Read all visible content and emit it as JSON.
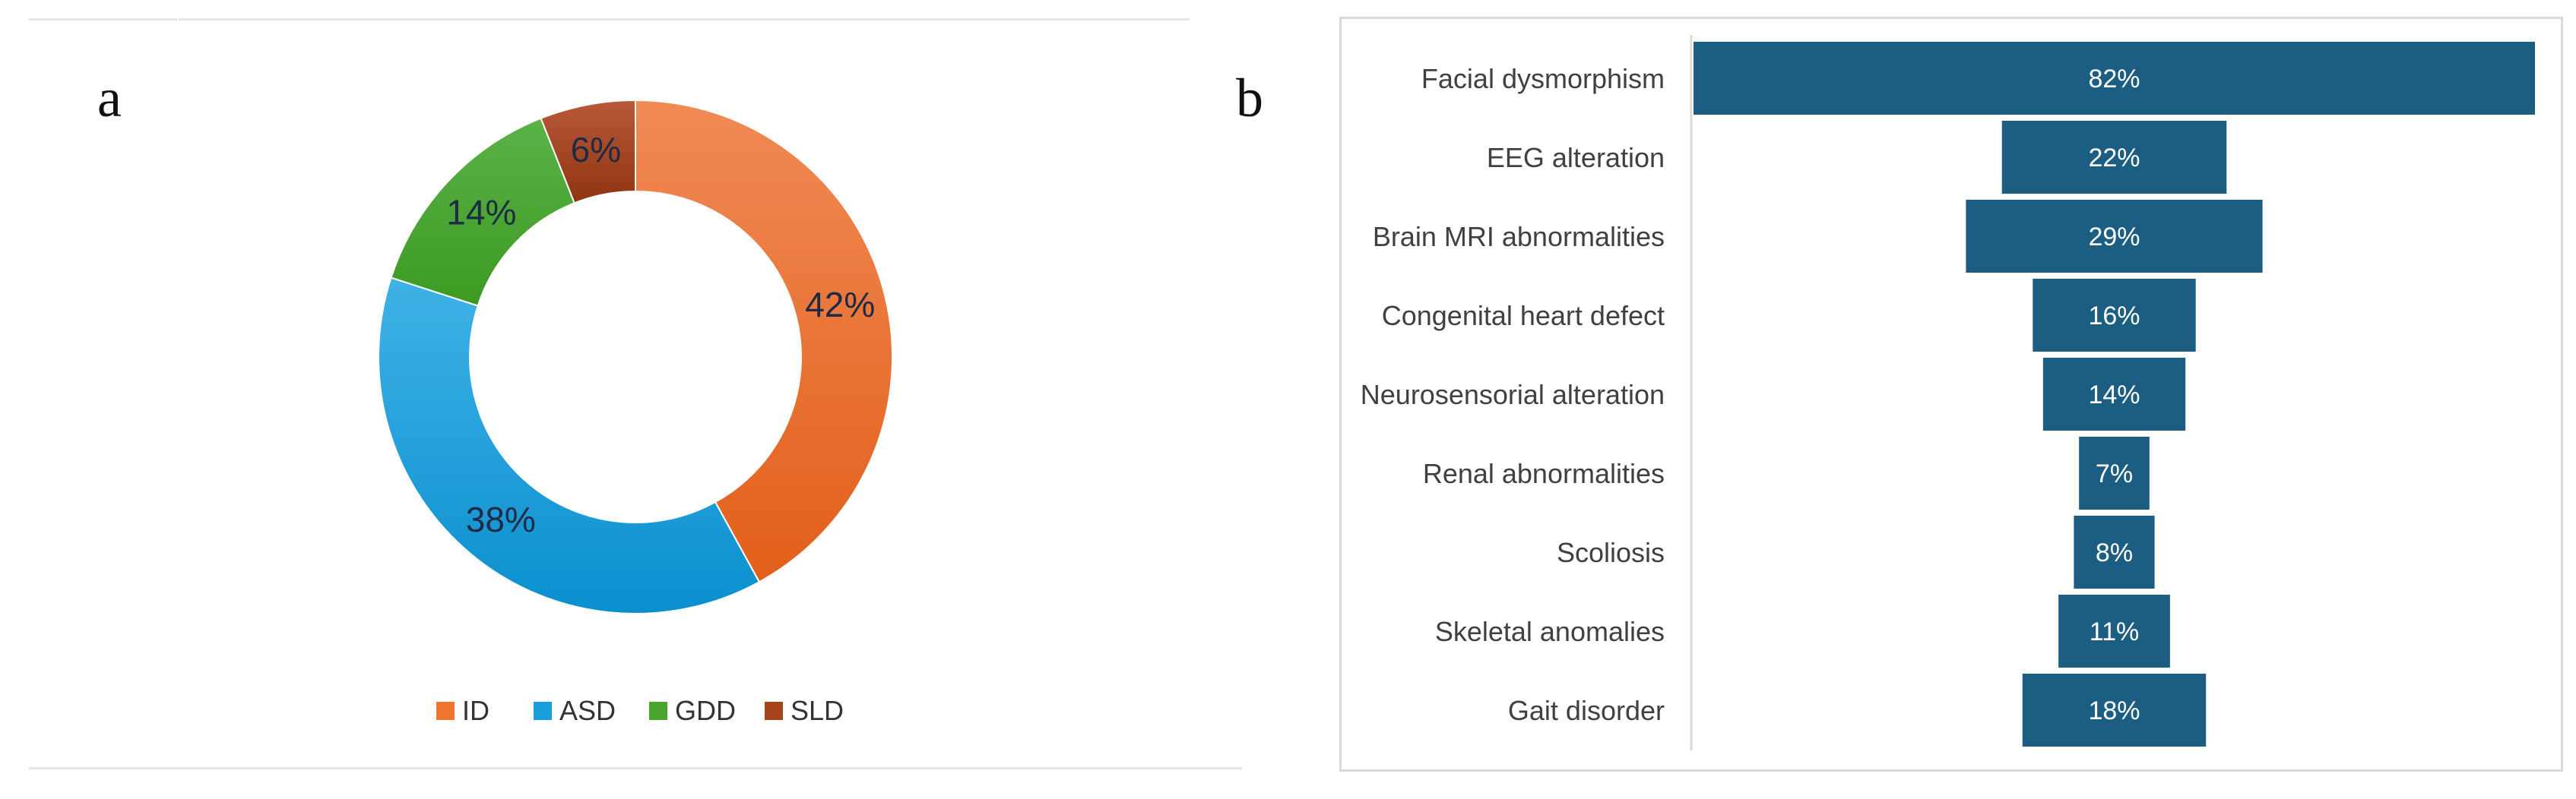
{
  "panels": {
    "a_label": "a",
    "b_label": "b"
  },
  "chart_data": [
    {
      "type": "pie",
      "variant": "donut",
      "categories": [
        "ID",
        "ASD",
        "GDD",
        "SLD"
      ],
      "values": [
        42,
        38,
        14,
        6
      ],
      "value_labels": [
        "42%",
        "38%",
        "14%",
        "6%"
      ],
      "colors": [
        "#ee7430",
        "#1a9fdc",
        "#4aa52e",
        "#a8431f"
      ],
      "legend": {
        "placement": "bottom",
        "entries": [
          "ID",
          "ASD",
          "GDD",
          "SLD"
        ]
      }
    },
    {
      "type": "bar",
      "orientation": "horizontal",
      "style": "funnel-centered",
      "categories": [
        "Facial dysmorphism",
        "EEG alteration",
        "Brain MRI abnormalities",
        "Congenital heart defect",
        "Neurosensorial alteration",
        "Renal abnormalities",
        "Scoliosis",
        "Skeletal anomalies",
        "Gait disorder"
      ],
      "values": [
        82,
        22,
        29,
        16,
        14,
        7,
        8,
        11,
        18
      ],
      "value_labels": [
        "82%",
        "22%",
        "29%",
        "16%",
        "14%",
        "7%",
        "8%",
        "11%",
        "18%"
      ],
      "colors": {
        "bar": "#1b5e82",
        "label": "#ffffff"
      }
    }
  ]
}
